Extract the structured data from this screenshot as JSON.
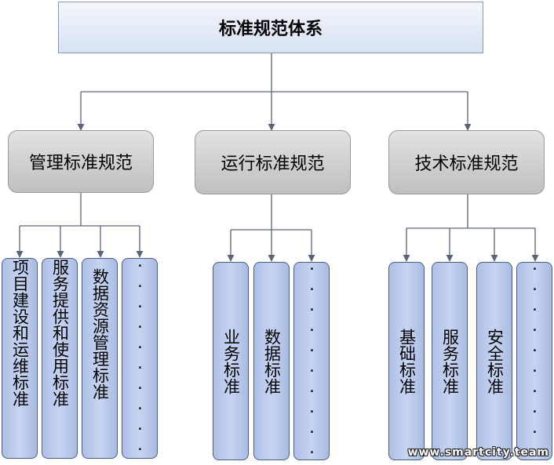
{
  "diagram": {
    "root": {
      "label": "标准规范体系"
    },
    "categories": [
      {
        "label": "管理标准规范",
        "children": [
          "项目建设和运维标准",
          "服务提供和使用标准",
          "数据资源管理标准",
          "··········"
        ]
      },
      {
        "label": "运行标准规范",
        "children": [
          "业务标准",
          "数据标准",
          "··········"
        ]
      },
      {
        "label": "技术标准规范",
        "children": [
          "基础标准",
          "服务标准",
          "安全标准",
          "··········"
        ]
      }
    ]
  },
  "watermark": "www.smartcity.team",
  "colors": {
    "connector": "#5a6478",
    "root_fill": "#dbe5f5",
    "category_fill": "#cccccc",
    "leaf_fill": "#b8c8ec",
    "leaf_border": "#4a5c84"
  }
}
